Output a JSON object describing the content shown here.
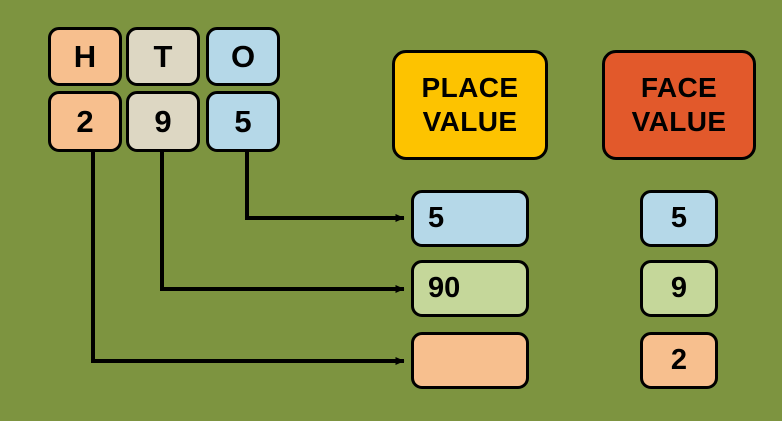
{
  "background_color": "#7d9440",
  "columns": {
    "headers": [
      {
        "label": "H",
        "name": "hundreds",
        "color": "#f7bf8e"
      },
      {
        "label": "T",
        "name": "tens",
        "color": "#ddd7c3"
      },
      {
        "label": "O",
        "name": "ones",
        "color": "#b5d8e8"
      }
    ],
    "digits": [
      {
        "label": "2",
        "name": "hundreds",
        "color": "#f7bf8e"
      },
      {
        "label": "9",
        "name": "tens",
        "color": "#ddd7c3"
      },
      {
        "label": "5",
        "name": "ones",
        "color": "#b5d8e8"
      }
    ]
  },
  "banners": {
    "place_value": {
      "line1": "PLACE",
      "line2": "VALUE",
      "color": "#fdc300"
    },
    "face_value": {
      "line1": "FACE",
      "line2": "VALUE",
      "color": "#e2592b"
    }
  },
  "place_value_results": [
    {
      "label": "5",
      "color": "#b5d8e8"
    },
    {
      "label": "90",
      "color": "#c5d79a"
    },
    {
      "label": "",
      "color": "#f7bf8e"
    }
  ],
  "face_value_results": [
    {
      "label": "5",
      "color": "#b5d8e8"
    },
    {
      "label": "9",
      "color": "#c5d79a"
    },
    {
      "label": "2",
      "color": "#f7bf8e"
    }
  ],
  "connector_color": "#000000"
}
